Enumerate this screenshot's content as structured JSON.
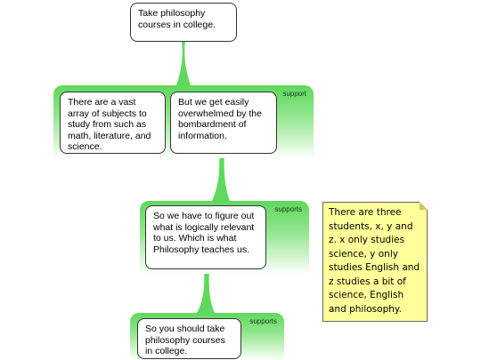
{
  "diagram": {
    "claim": "Take philosophy courses in college.",
    "bands": [
      {
        "label": "support"
      },
      {
        "label": "supports"
      },
      {
        "label": "supports"
      }
    ],
    "reason_a": "There are a vast array of subjects to study from such as math, literature, and science.",
    "reason_b": "But we get easily overwhelmed by the bombardment of information.",
    "reason_c": "So we have to figure out what is logically relevant to us. Which is what Philosophy teaches us.",
    "conclusion": "So you should take philosophy courses in college.",
    "note": "There are three students, x, y and z. x only studies science, y only studies English and z studies a bit of science, English and philosophy."
  },
  "colors": {
    "band_green": "#5fd85c",
    "note_yellow": "#ffff99",
    "node_border": "#333333"
  }
}
